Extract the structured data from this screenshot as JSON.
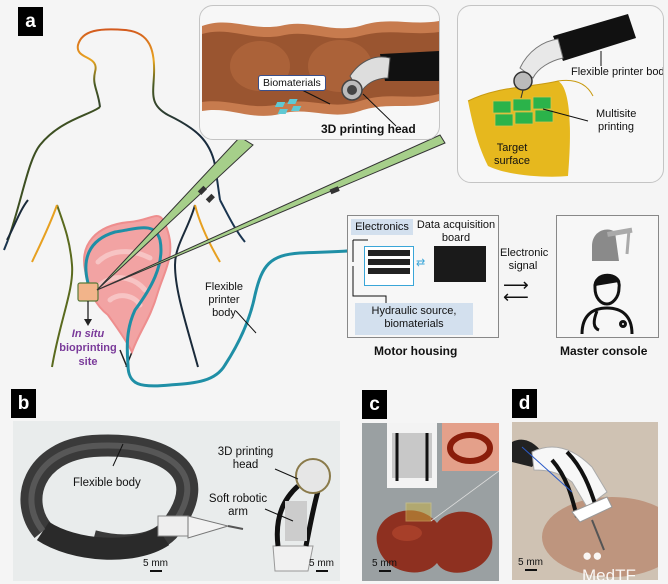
{
  "figure": {
    "panels": {
      "a": {
        "label": "a"
      },
      "b": {
        "label": "b"
      },
      "c": {
        "label": "c"
      },
      "d": {
        "label": "d"
      }
    },
    "panel_a": {
      "inset_colon": {
        "biomaterials_label": "Biomaterials",
        "printing_head_label": "3D printing head"
      },
      "inset_surface": {
        "flexible_body_label": "Flexible printer body",
        "multisite_label": "Multisite printing",
        "target_label": "Target surface"
      },
      "body": {
        "site_label_italic": "In situ",
        "site_label_rest": "bioprinting site",
        "flexible_body_label": "Flexible printer body"
      },
      "motor_housing": {
        "title": "Motor housing",
        "electronics_label": "Electronics",
        "daq_label": "Data acquisition board",
        "hydraulic_label": "Hydraulic source, biomaterials"
      },
      "signal_label": "Electronic signal",
      "master_console": {
        "title": "Master console"
      }
    },
    "panel_b": {
      "flexible_body_label": "Flexible body",
      "printing_head_label": "3D printing head",
      "soft_arm_label": "Soft robotic arm",
      "scale_left": "5 mm",
      "scale_right": "5 mm"
    },
    "panel_c": {
      "scale": "5 mm"
    },
    "panel_d": {
      "scale": "5 mm",
      "watermark": "MedTF"
    },
    "colors": {
      "arrow_green": "#a6cf8a",
      "tube_teal": "#1f8fa6",
      "colon_pink": "#f2a3a3",
      "site_purple": "#7a3a9a",
      "tag_blue": "#d3e0ee",
      "colon_tan": "#c77b4e",
      "surface_yellow": "#e6b81e",
      "print_green": "#2bb34a"
    }
  }
}
